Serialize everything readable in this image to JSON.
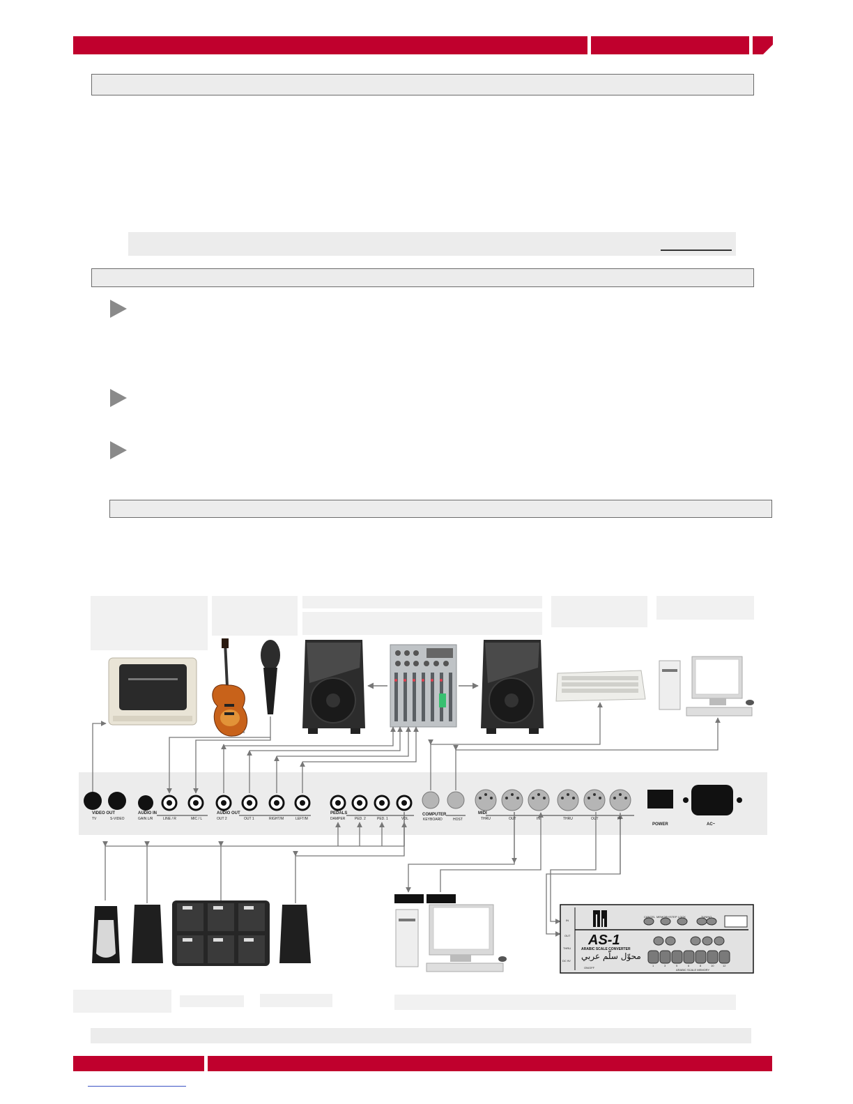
{
  "header": {},
  "panel_labels": {
    "video_out": "VIDEO OUT",
    "tv": "TV",
    "s_video": "S-VIDEO",
    "audio_in": "AUDIO IN",
    "gain_lr": "GAIN L/R",
    "line_r": "LINE / R",
    "mic_l": "MIC / L",
    "audio_out": "AUDIO OUT",
    "out2": "OUT 2",
    "out1": "OUT 1",
    "right_m": "RIGHT/M",
    "left_m": "LEFT/M",
    "pedals": "PEDALS",
    "damper": "DAMPER",
    "ped2": "PED. 2",
    "ped1": "PED. 1",
    "vol": "VOL",
    "computer": "COMPUTER",
    "keyboard": "KEYBOARD",
    "host": "HOST",
    "midi": "MIDI",
    "thru": "THRU",
    "out": "OUT",
    "in": "IN",
    "thru2": "THRU",
    "out_2": "OUT",
    "in2": "IN",
    "power": "POWER",
    "ac": "AC~"
  },
  "as1": {
    "model": "AS-1",
    "subtitle": "ARABIC SCALE CONVERTER",
    "arabic": "محوّل سلّم عربي",
    "btn_labels": [
      "CANCEL",
      "MEMORY/STEP",
      "LOCK",
      "TUNING"
    ],
    "numbers": [
      "1",
      "3",
      "5",
      "6",
      "8",
      "10",
      "12"
    ],
    "bottom_left": "ON/OFF",
    "bottom_center": "ARABIC SCALE MEMORY",
    "side_labels": [
      "IN",
      "OUT",
      "THRU",
      "DC 9V"
    ]
  },
  "colors": {
    "accent": "#c0002d",
    "box": "#ececec",
    "border": "#6a6a6a"
  }
}
